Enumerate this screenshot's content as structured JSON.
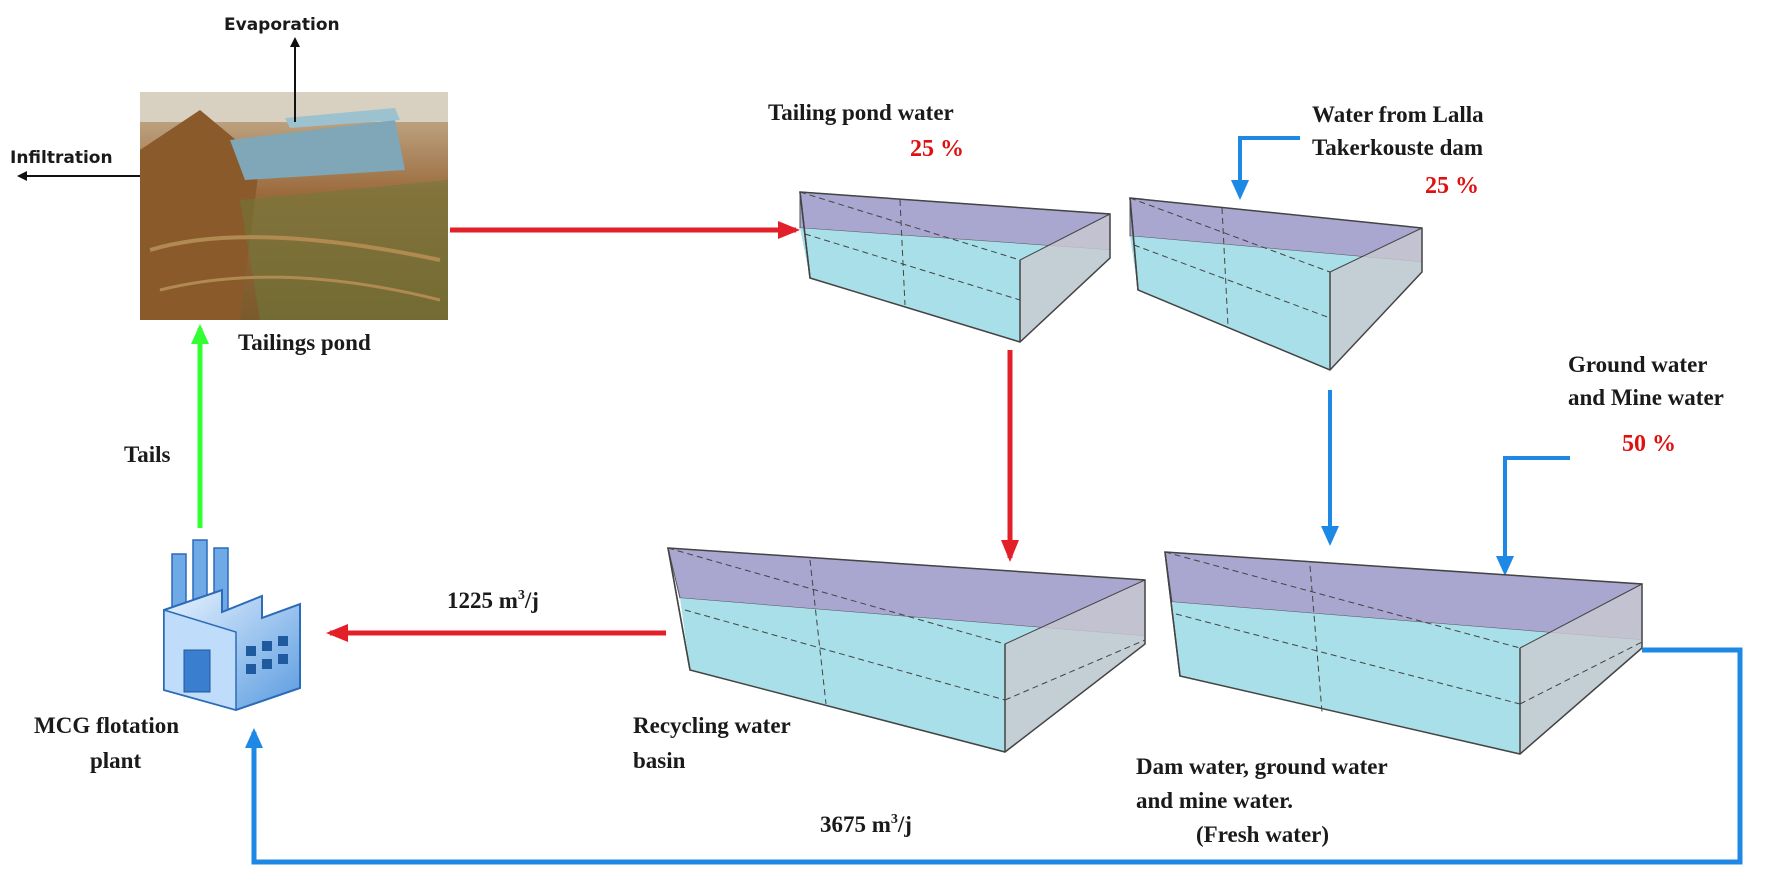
{
  "labels": {
    "evaporation": "Evaporation",
    "infiltration": "Infiltration",
    "tailings_pond": "Tailings pond",
    "tails": "Tails",
    "mcg_line1": "MCG flotation",
    "mcg_line2": "plant",
    "tailing_pond_water": "Tailing pond water",
    "tailing_pond_pct": "25 %",
    "dam_line1": "Water from Lalla",
    "dam_line2": "Takerkouste dam",
    "dam_pct": "25 %",
    "ground_line1": "Ground water",
    "ground_line2": "and Mine water",
    "ground_pct": "50 %",
    "recycling_line1": "Recycling water",
    "recycling_line2": "basin",
    "fresh_line1": "Dam water, ground water",
    "fresh_line2": "and mine water.",
    "fresh_line3": "(Fresh water)",
    "flow_recycle_value": "1225 m",
    "flow_recycle_sup": "3",
    "flow_recycle_unit": "/j",
    "flow_fresh_value": "3675 m",
    "flow_fresh_sup": "3",
    "flow_fresh_unit": "/j"
  },
  "colors": {
    "red_arrow": "#e3202a",
    "blue_arrow": "#1e88e5",
    "green_arrow": "#33ff33",
    "water": "#a8dfe8",
    "tank_top": "#a9a6d0",
    "tank_side": "#c9c9cf",
    "percent": "#e01010"
  }
}
